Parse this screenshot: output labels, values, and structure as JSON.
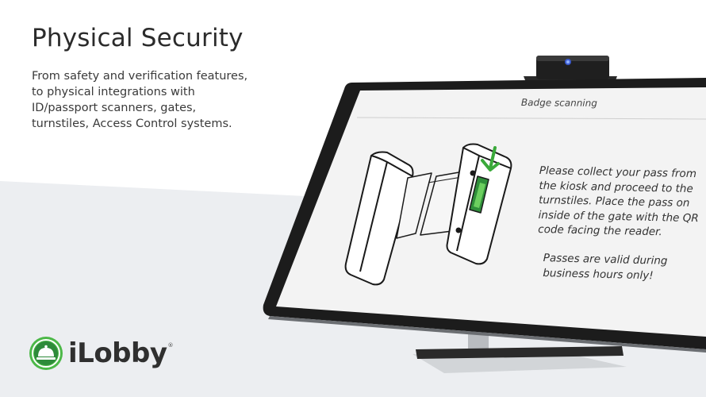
{
  "hero": {
    "headline": "Physical Security",
    "description": "From safety and verification features, to physical integrations with ID/passport scanners, gates, turnstiles, Access Control systems."
  },
  "kiosk_screen": {
    "title": "Badge scanning",
    "instructions_lines": [
      "Please collect your pass from",
      "the kiosk and proceed to the",
      "turnstiles. Place the pass on",
      "inside of the gate with the QR",
      "code facing the reader."
    ],
    "validity_lines": [
      "Passes are valid during",
      "business hours only!"
    ]
  },
  "brand": {
    "name": "iLobby",
    "trademark": "®",
    "accent_color": "#4cb848",
    "dark_green": "#2e8b3a"
  },
  "icons": {
    "arrow": "down-arrow-icon",
    "logo": "service-bell-icon"
  }
}
